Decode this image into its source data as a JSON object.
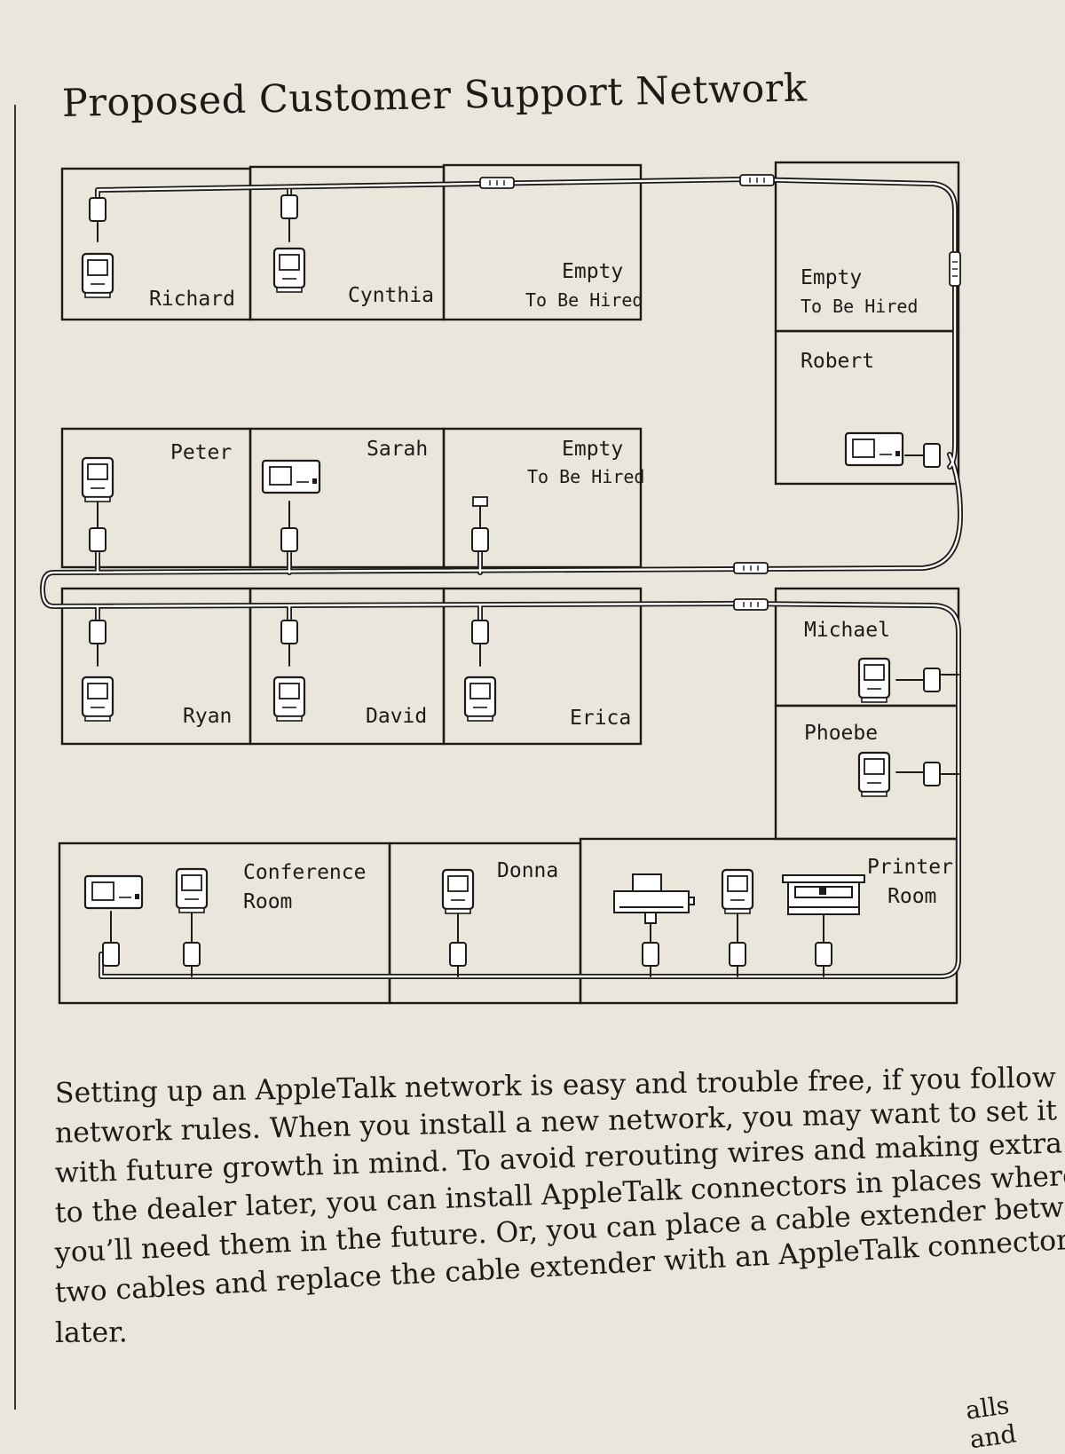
{
  "title": "Proposed Customer Support Network",
  "rooms": {
    "richard": "Richard",
    "cynthia": "Cynthia",
    "empty_a": "Empty",
    "empty_a_sub": "To Be Hired",
    "empty_b": "Empty",
    "empty_b_sub": "To Be Hired",
    "robert": "Robert",
    "peter": "Peter",
    "sarah": "Sarah",
    "empty_c": "Empty",
    "empty_c_sub": "To Be Hired",
    "ryan": "Ryan",
    "david": "David",
    "erica": "Erica",
    "michael": "Michael",
    "phoebe": "Phoebe",
    "conference_1": "Conference",
    "conference_2": "Room",
    "donna": "Donna",
    "printer_1": "Printer",
    "printer_2": "Room"
  },
  "paragraph": [
    "Setting up an AppleTalk network is easy and trouble free, if you follow the",
    "network rules. When you install a new network, you may want to set it up",
    "with future growth in mind. To avoid rerouting wires and making extra trip",
    "to the dealer later, you can install AppleTalk connectors in places where",
    "you’ll need them in the future. Or, you can place a cable extender between",
    "two cables and replace the cable extender with an AppleTalk connector",
    "later."
  ],
  "footer_fragment": "alls and",
  "colors": {
    "paper": "#eae6dc",
    "ink": "#1d1b18"
  }
}
